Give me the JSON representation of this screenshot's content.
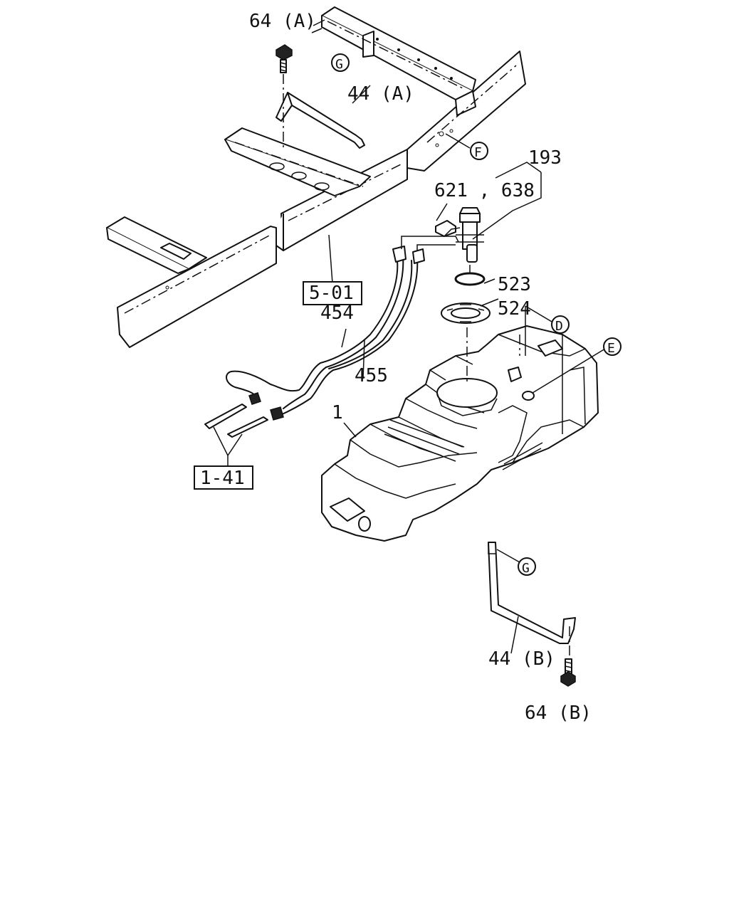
{
  "labels": {
    "bolt_a": "64 (A)",
    "strap_a": "44 (A)",
    "ref_g_top": "G",
    "ref_f": "F",
    "pump_assembly": "193",
    "pump_parts": "621 , 638",
    "ref_box_frame": "5-01",
    "o_ring": "523",
    "retainer": "524",
    "ref_d": "D",
    "ref_e": "E",
    "pipe_454": "454",
    "pipe_455": "455",
    "tank": "1",
    "ref_box_lines": "1-41",
    "ref_g_bottom": "G",
    "strap_b": "44 (B)",
    "bolt_b": "64 (B)"
  }
}
